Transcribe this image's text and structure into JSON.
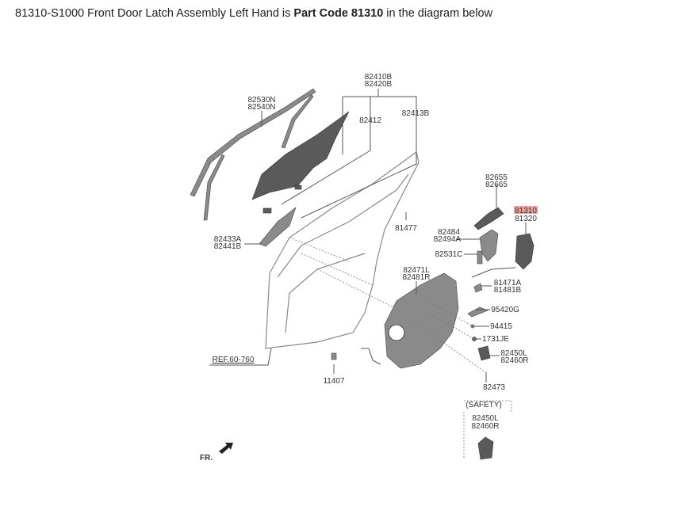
{
  "caption": {
    "prefix": "81310-S1000 Front Door Latch Assembly Left Hand is ",
    "bold": "Part Code 81310",
    "suffix": " in the diagram below"
  },
  "highlight_color": "#f4a0a0",
  "labels": {
    "p82410B": "82410B",
    "p82420B": "82420B",
    "p82530N": "82530N",
    "p82540N": "82540N",
    "p82412": "82412",
    "p82413B": "82413B",
    "p82655": "82655",
    "p82665": "82665",
    "p81310": "81310",
    "p81320": "81320",
    "p81477": "81477",
    "p82484": "82484",
    "p82494A": "82494A",
    "p82433A": "82433A",
    "p82441B": "82441B",
    "p82531C": "82531C",
    "p82471L": "82471L",
    "p82481R": "82481R",
    "p81471A": "81471A",
    "p81481B": "81481B",
    "p95420G": "95420G",
    "p94415": "94415",
    "p1731JE": "1731JE",
    "p82450L": "82450L",
    "p82460R": "82460R",
    "ref": "REF.60-760",
    "p11407": "11407",
    "p82473": "82473",
    "safety": "(SAFETY)",
    "s82450L": "82450L",
    "s82460R": "82460R",
    "fr": "FR."
  }
}
